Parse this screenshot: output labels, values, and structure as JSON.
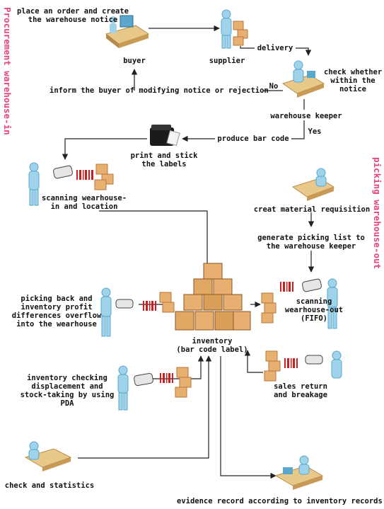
{
  "side_labels": {
    "left": "Procurement warehouse-in",
    "right": "picking warehouse-out",
    "color": "#e8447a"
  },
  "nodes": {
    "order": "place an order and create\nthe warehouse notice",
    "buyer": "buyer",
    "supplier": "supplier",
    "delivery": "delivery",
    "check_notice": "check whether\nwithin the\nnotice",
    "no": "No",
    "inform": "inform the buyer of modifying notice or rejection",
    "keeper": "warehouse keeper",
    "yes": "Yes",
    "barcode": "produce bar code",
    "print": "print and stick\nthe labels",
    "scan_in": "scanning wearhouse-\nin and location",
    "requisition": "creat material requisition",
    "picking_list": "generate picking list to\nthe warehouse keeper",
    "scan_out": "scanning\nwearhouse-out\n(FIFO)",
    "picking_back": "picking back and\ninventory profit\ndifferences overflow\ninto the wearhouse",
    "inventory": "inventory\n(bar code label)",
    "sales_return": "sales return\nand breakage",
    "checking": "inventory checking\ndisplacement and\nstock-taking by using\nPDA",
    "statistics": "check and statistics",
    "evidence": "evidence record according to inventory records"
  },
  "colors": {
    "person": "#9fd3ea",
    "person_dark": "#5aa7cc",
    "box": "#e8b070",
    "box_dark": "#b9763a",
    "barcode_red": "#cc1f1f",
    "desk": "#e9c98a",
    "line": "#222222"
  },
  "icons": [
    "person-icon",
    "box-stack-icon",
    "barcode-icon",
    "scanner-icon",
    "desk-icon",
    "printer-icon"
  ]
}
